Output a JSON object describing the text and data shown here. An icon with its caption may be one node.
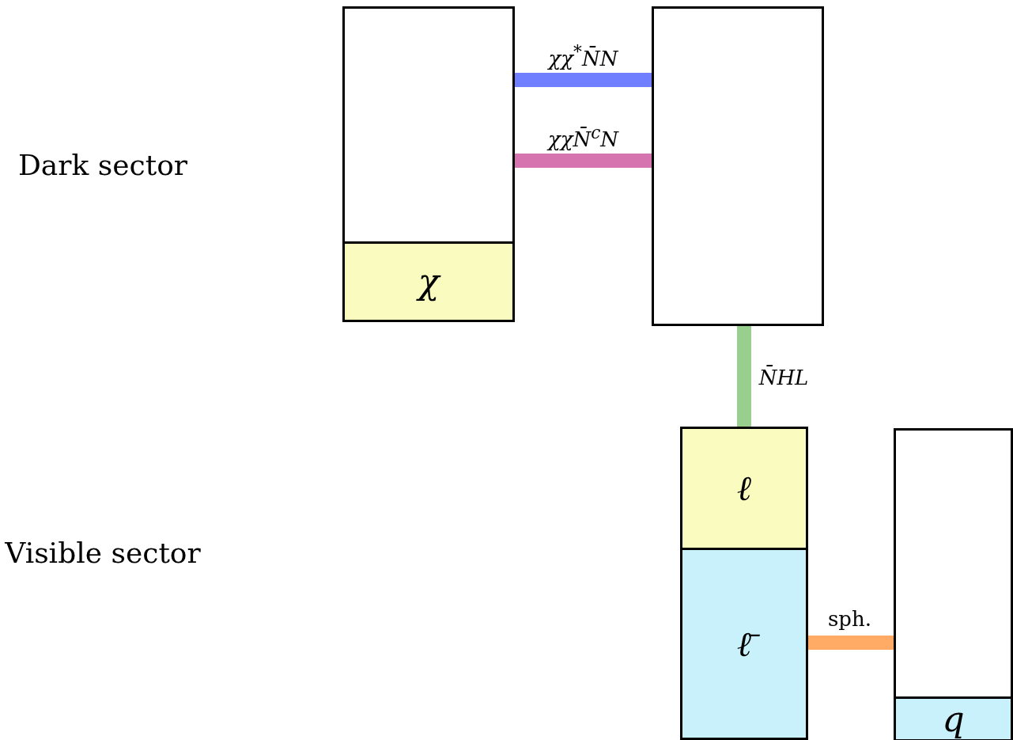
{
  "diagram": {
    "nodes": [
      {
        "text": [],
        "shape": "box"
      },
      {
        "text": [
          "χ"
        ],
        "in": 0
      },
      {
        "text": [],
        "shape": "box"
      },
      {
        "text": [],
        "shape": "box"
      },
      {
        "text": [
          "ℓ"
        ],
        "in": 3
      },
      {
        "text": [
          "ℓ̄"
        ],
        "in": 3
      },
      {
        "text": [],
        "shape": "box"
      },
      {
        "text": [
          "q"
        ],
        "in": 6
      }
    ],
    "edges": [
      {
        "from": 0,
        "to": 2,
        "arrow": "none",
        "label": "χχ$^{*}$N̄N",
        "color": "#6f7fff"
      },
      {
        "from": 0,
        "to": 2,
        "arrow": "none",
        "label": "χχN̄$^{c}$N",
        "color": "#d674b0"
      },
      {
        "from": 2,
        "to": 4,
        "arrow": "none",
        "label": "N̄HL",
        "color": "#98cf8e"
      },
      {
        "from": 5,
        "to": 6,
        "arrow": "none",
        "label": "sph.",
        "color": "#ffab66"
      }
    ],
    "labels": [
      "Dark sector",
      "Visible sector"
    ]
  }
}
